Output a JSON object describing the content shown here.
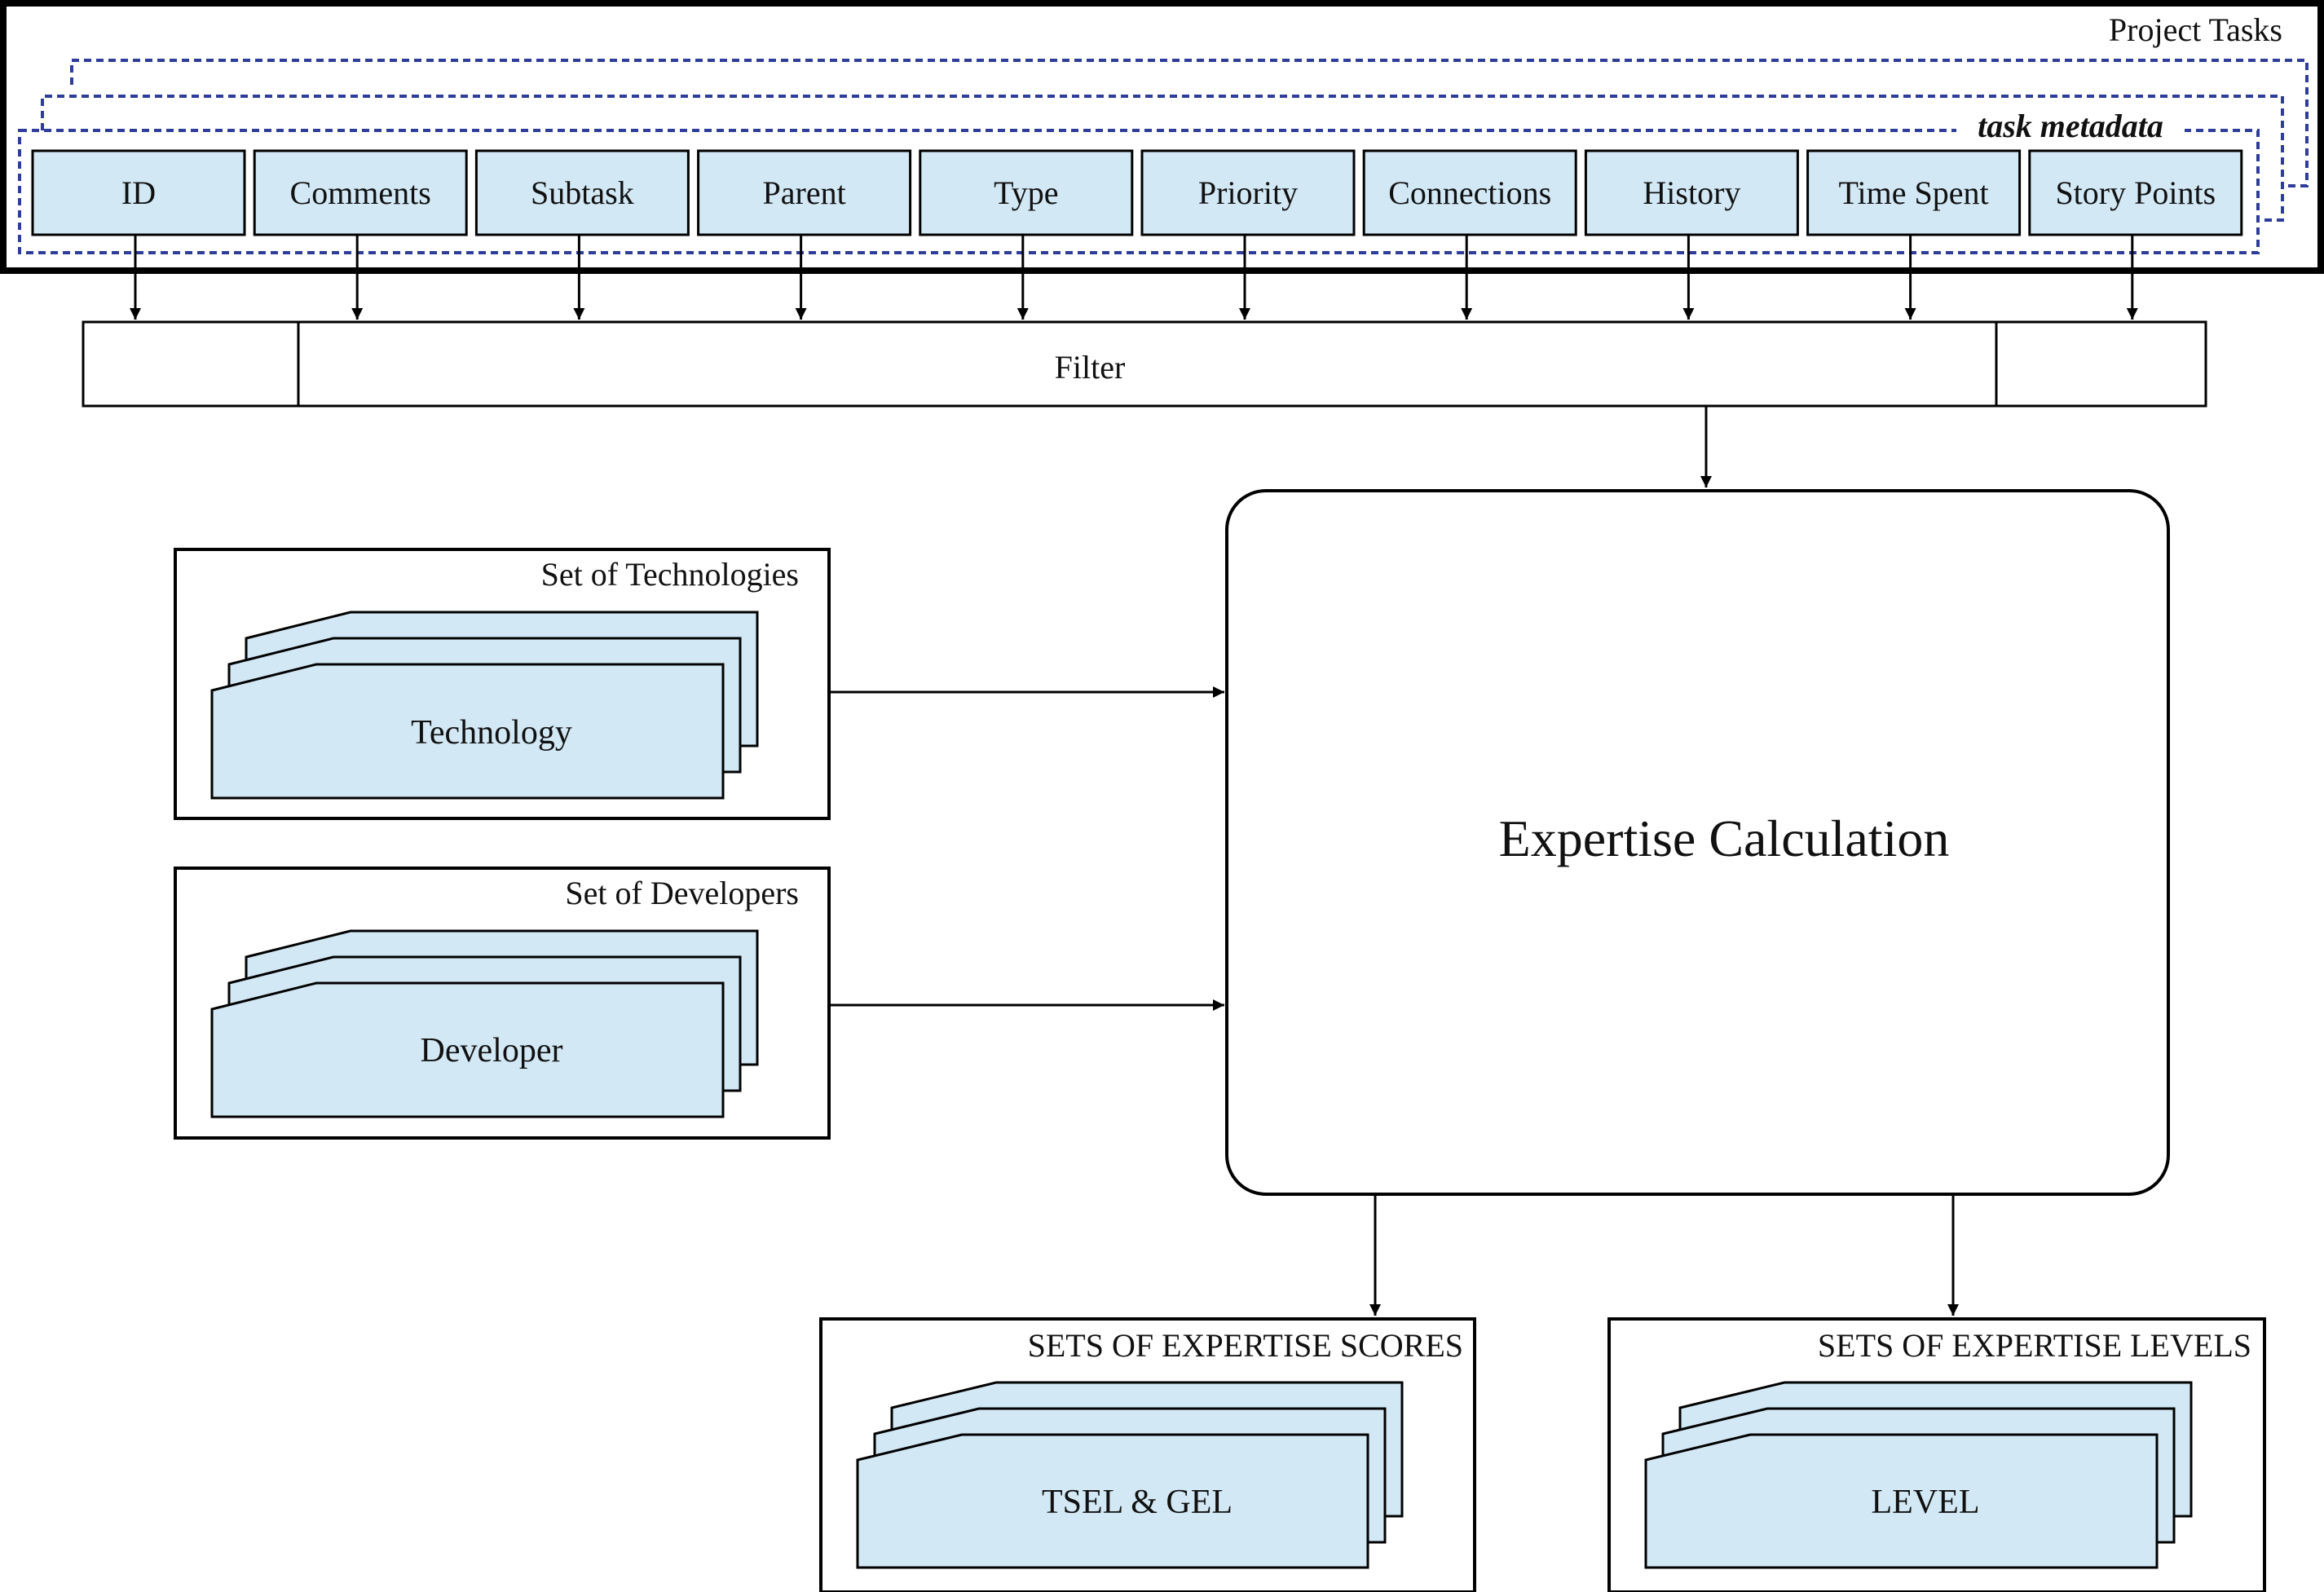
{
  "project_tasks": {
    "title": "Project Tasks",
    "metadata_label": "task metadata",
    "fields": [
      "ID",
      "Comments",
      "Subtask",
      "Parent",
      "Type",
      "Priority",
      "Connections",
      "History",
      "Time Spent",
      "Story Points"
    ]
  },
  "filter": {
    "label": "Filter"
  },
  "technologies": {
    "title": "Set of Technologies",
    "item": "Technology"
  },
  "developers": {
    "title": "Set of Developers",
    "item": "Developer"
  },
  "calculation": {
    "label": "Expertise Calculation"
  },
  "scores": {
    "title": "SETS OF EXPERTISE SCORES",
    "item": "TSEL & GEL"
  },
  "levels": {
    "title": "SETS OF EXPERTISE LEVELS",
    "item": "LEVEL"
  },
  "colors": {
    "box_fill": "#d2e8f5",
    "metadata_dash": "#2e3d9a",
    "stroke": "#000000"
  }
}
